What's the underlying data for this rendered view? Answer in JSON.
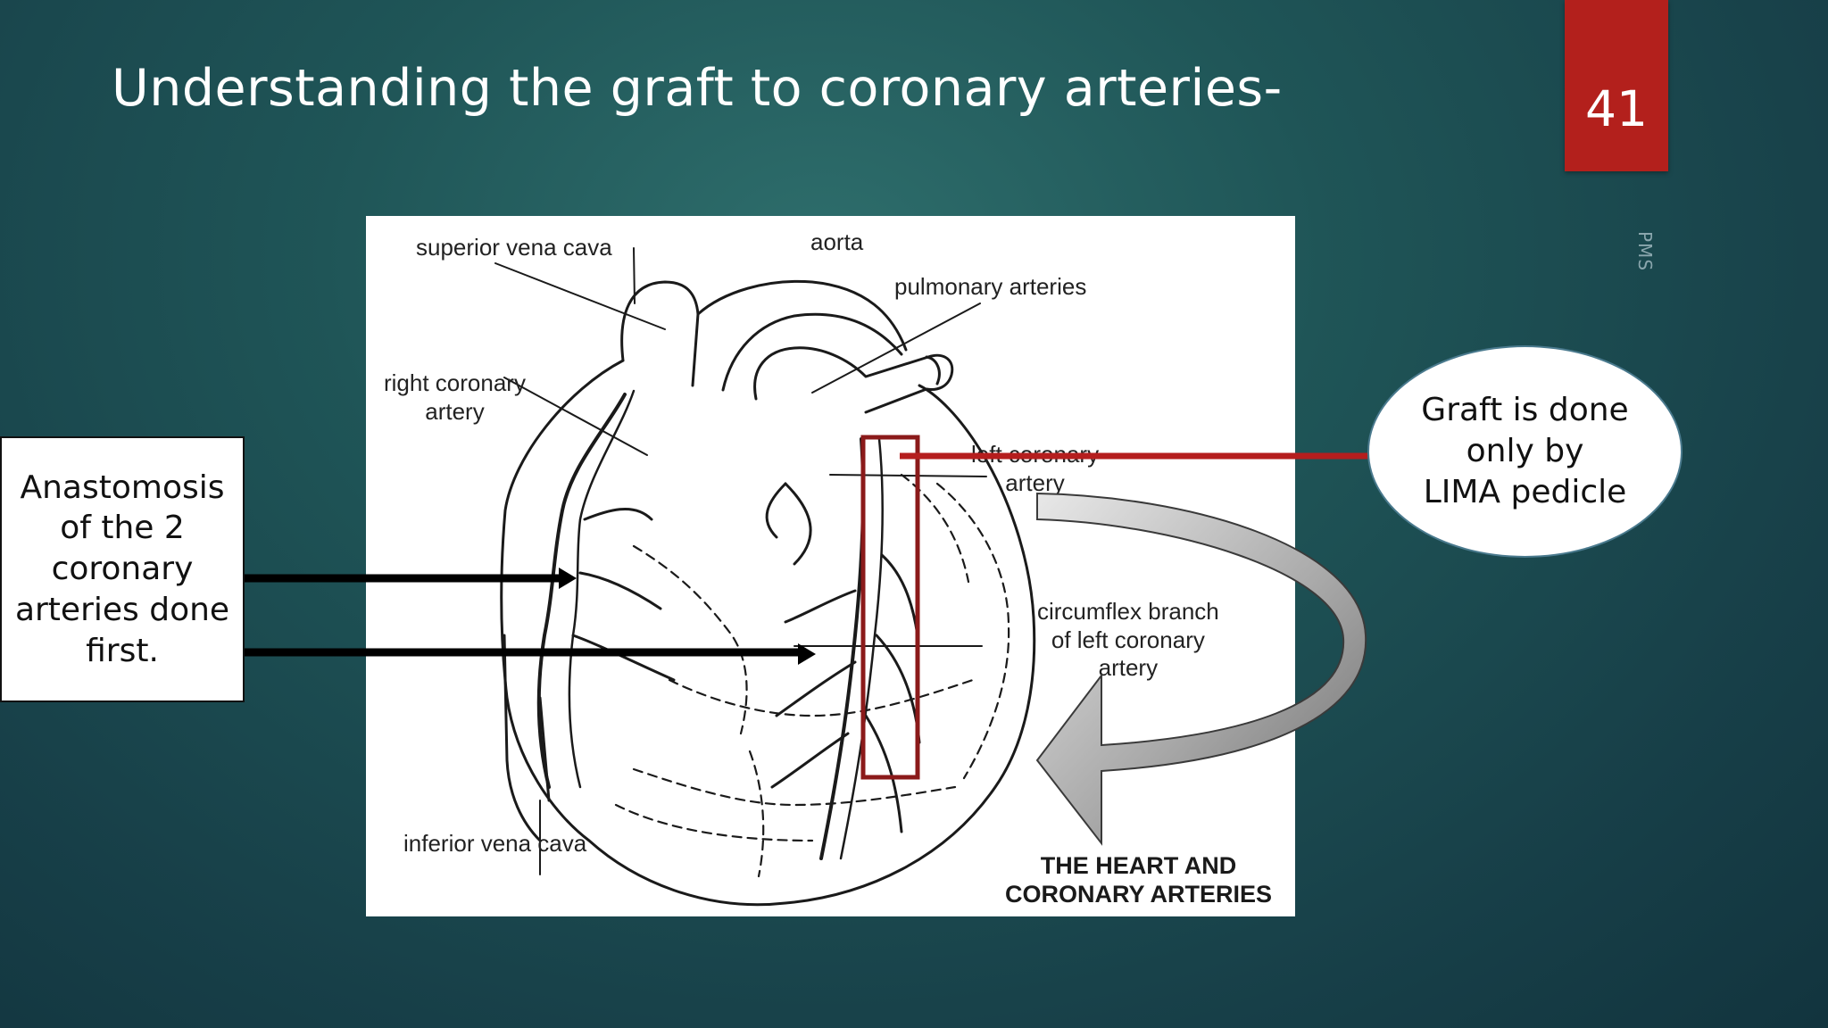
{
  "slide": {
    "title": "Understanding the graft to coronary arteries-",
    "page_number": "41",
    "footer": "PMS",
    "tab_color": "#b3201c"
  },
  "diagram": {
    "labels": {
      "superior_vena_cava": "superior vena cava",
      "aorta": "aorta",
      "pulmonary_arteries": "pulmonary arteries",
      "right_coronary_artery": [
        "right coronary",
        "artery"
      ],
      "left_coronary_artery": [
        "left coronary",
        "artery"
      ],
      "circumflex_branch": [
        "circumflex branch",
        "of left coronary",
        "artery"
      ],
      "inferior_vena_cava": "inferior vena cava"
    },
    "caption": [
      "THE HEART AND",
      "CORONARY ARTERIES"
    ]
  },
  "callouts": {
    "anastomosis": [
      "Anastomosis",
      "of the 2",
      "coronary",
      "arteries done",
      "first."
    ],
    "graft": [
      "Graft is done",
      "only by",
      "LIMA pedicle"
    ]
  },
  "colors": {
    "highlight_red": "#8b1a1a",
    "arrow_black": "#000000",
    "curved_arrow_gray": "#8a8a8a"
  }
}
